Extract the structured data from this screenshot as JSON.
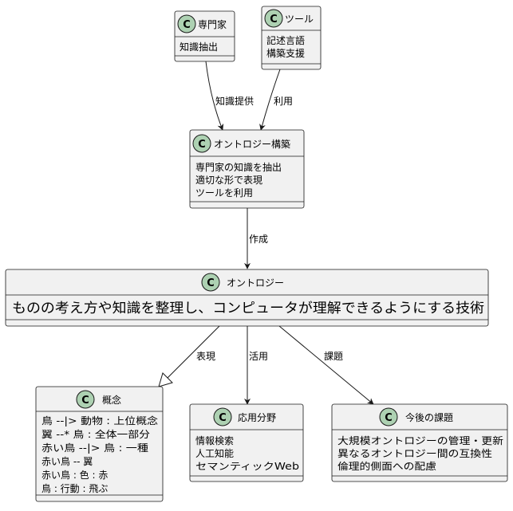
{
  "classes": {
    "expert": {
      "name": "専門家",
      "stereotype": "C",
      "members": [
        "知識抽出"
      ]
    },
    "tool": {
      "name": "ツール",
      "stereotype": "C",
      "members": [
        "記述言語",
        "構築支援"
      ]
    },
    "construction": {
      "name": "オントロジー構築",
      "stereotype": "C",
      "members": [
        "専門家の知識を抽出",
        "適切な形で表現",
        "ツールを利用"
      ]
    },
    "ontology": {
      "name": "オントロジー",
      "stereotype": "C",
      "members": [
        "ものの考え方や知識を整理し、コンピュータが理解できるようにする技術"
      ]
    },
    "concept": {
      "name": "概念",
      "stereotype": "C",
      "members": [
        "鳥 --|> 動物 : 上位概念",
        "翼 --* 鳥 : 全体一部分",
        "赤い鳥 --|> 鳥 : 一種",
        "赤い鳥 -- 翼",
        "赤い鳥 : 色 : 赤",
        "鳥 : 行動 : 飛ぶ"
      ]
    },
    "application": {
      "name": "応用分野",
      "stereotype": "C",
      "members": [
        "情報検索",
        "人工知能",
        "セマンティックWeb"
      ]
    },
    "future": {
      "name": "今後の課題",
      "stereotype": "C",
      "members": [
        "大規模オントロジーの管理・更新",
        "異なるオントロジー間の互換性",
        "倫理的側面への配慮"
      ]
    }
  },
  "edges": {
    "expert_to_construction": "知識提供",
    "tool_to_construction": "利用",
    "construction_to_ontology": "作成",
    "ontology_to_concept": "表現",
    "ontology_to_application": "活用",
    "ontology_to_future": "課題"
  }
}
